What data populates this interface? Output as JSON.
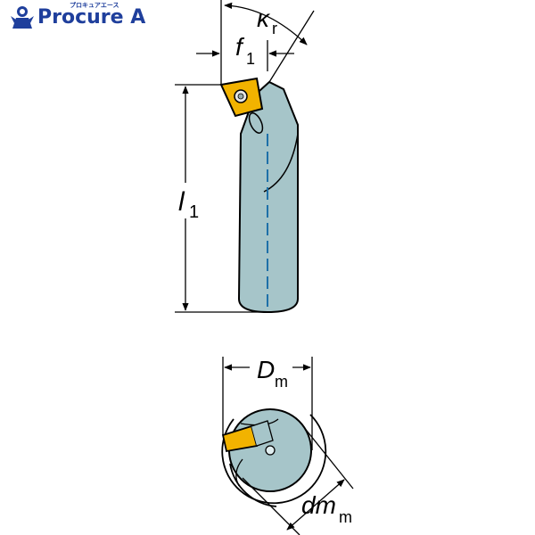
{
  "brand": {
    "name": "Procure A",
    "tagline": "プロキュアエース",
    "color": "#1f3f9c"
  },
  "labels": {
    "kappa": "κ",
    "kappa_sub": "r",
    "f": "f",
    "f_sub": "1",
    "l": "l",
    "l_sub": "1",
    "D": "D",
    "D_sub": "m",
    "dm": "dm",
    "dm_sub": "m"
  },
  "colors": {
    "tool_body": "#a6c5c9",
    "insert": "#f2b300",
    "coolant": "#2a7fb3",
    "line": "#000000"
  },
  "icons": [
    "worker-mascot-icon"
  ]
}
